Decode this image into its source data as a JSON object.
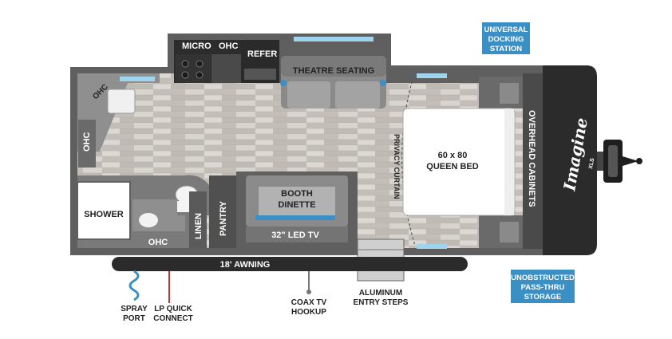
{
  "floorplan": {
    "labels": {
      "micro": "MICRO",
      "ohc_top": "OHC",
      "refer": "REFER",
      "theatre": "THEATRE SEATING",
      "ohc_corner": "OHC",
      "ohc_left": "OHC",
      "shower": "SHOWER",
      "ohc_bath": "OHC",
      "linen": "LINEN",
      "pantry": "PANTRY",
      "booth_line1": "BOOTH",
      "booth_line2": "DINETTE",
      "tv": "32\" LED TV",
      "privacy": "PRIVACY CURTAIN",
      "bed_line1": "60 x 80",
      "bed_line2": "QUEEN BED",
      "overhead": "OVERHEAD CABINETS",
      "awning": "18' AWNING",
      "brand": "Imagine",
      "brand_sub": "XLS"
    },
    "callouts": {
      "docking": [
        "UNIVERSAL",
        "DOCKING",
        "STATION"
      ],
      "passthru": [
        "UNOBSTRUCTED",
        "PASS-THRU",
        "STORAGE"
      ],
      "spray": [
        "SPRAY",
        "PORT"
      ],
      "lp": [
        "LP QUICK",
        "CONNECT"
      ],
      "coax": [
        "COAX TV",
        "HOOKUP"
      ],
      "steps": [
        "ALUMINUM",
        "ENTRY STEPS"
      ]
    },
    "colors": {
      "accent_blue": "#3a8fc4",
      "wall": "#5f5f5f",
      "floor": "#cfcac4",
      "front_cap": "#2b2b2b"
    }
  }
}
